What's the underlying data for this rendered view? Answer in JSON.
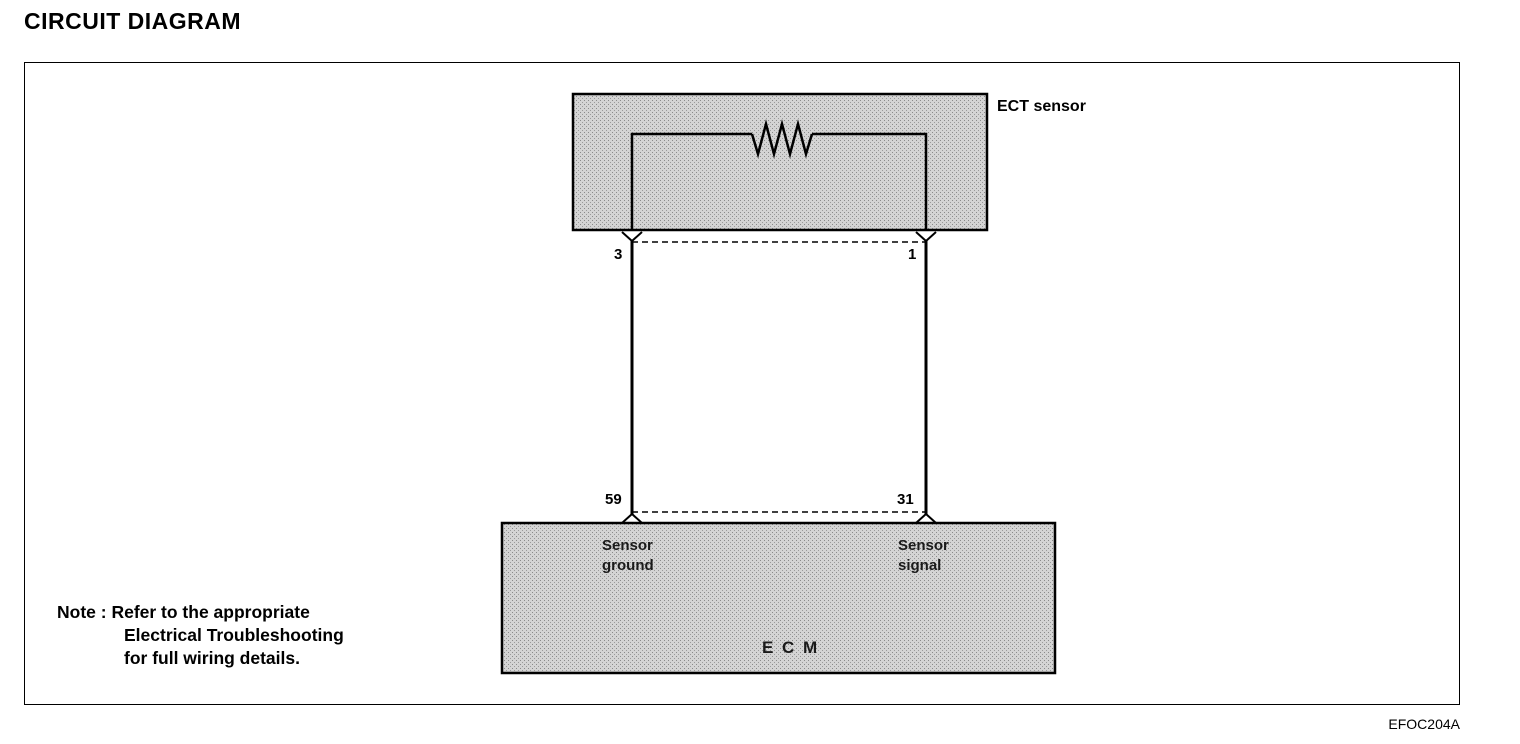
{
  "title": "CIRCUIT DIAGRAM",
  "sensor": {
    "label": "ECT sensor",
    "pins": {
      "ground": "3",
      "signal": "1"
    }
  },
  "ecm": {
    "name": "E C M",
    "pins": {
      "ground": "59",
      "signal": "31"
    },
    "ground_label": [
      "Sensor",
      "ground"
    ],
    "signal_label": [
      "Sensor",
      "signal"
    ]
  },
  "note": {
    "prefix": "Note :",
    "lines": [
      "Refer to the appropriate",
      "Electrical Troubleshooting",
      "for full wiring details."
    ]
  },
  "figure_code": "EFOC204A"
}
